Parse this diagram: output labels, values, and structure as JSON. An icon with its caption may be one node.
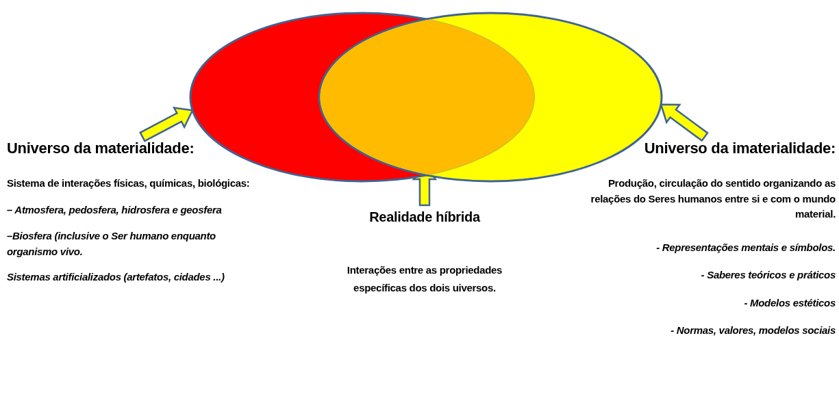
{
  "diagram": {
    "nodes": [
      {
        "text": [],
        "shape": "ellipse"
      },
      {
        "text": [],
        "shape": "ellipse"
      },
      {
        "text": [],
        "shape": "lens"
      },
      {
        "text": [
          "Universo da materialidade:",
          "Sistema de interações físicas, químicas, biológicas:",
          "– Atmosfera, pedosfera, hidrosfera e geosfera",
          "–Biosfera (inclusive o Ser humano enquanto organismo vivo.",
          "Sistemas artificializados (artefatos, cidades ...)"
        ]
      },
      {
        "text": [
          "Realidade híbrida",
          "Interações entre as propriedades específicas dos dois uiversos."
        ]
      },
      {
        "text": [
          "Universo da imaterialidade:",
          "Produção, circulação do sentido organizando as relações do Seres humanos entre si e com o mundo material.",
          "- Representações mentais e símbolos.",
          "- Saberes teóricos e práticos",
          "- Modelos estéticos",
          "- Normas, valores, modelos sociais"
        ]
      }
    ],
    "edges": [
      {
        "from": 3,
        "to": 0,
        "arrow": "to",
        "style": "thick"
      },
      {
        "from": 4,
        "to": 2,
        "arrow": "to",
        "style": "thick"
      },
      {
        "from": 5,
        "to": 1,
        "arrow": "to",
        "style": "thick"
      }
    ]
  }
}
